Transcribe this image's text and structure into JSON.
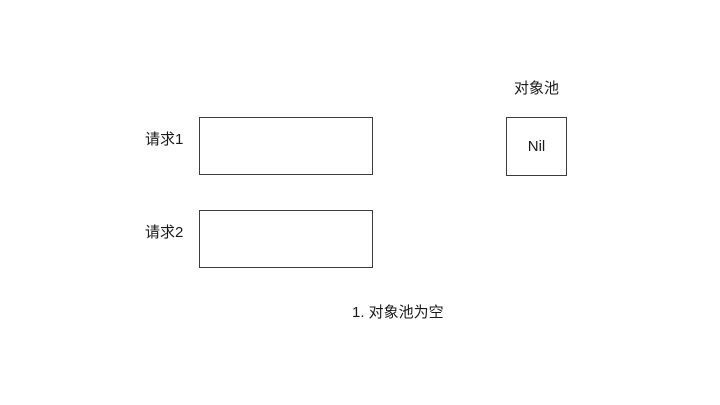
{
  "diagram": {
    "pool": {
      "label": "对象池",
      "box_value": "Nil"
    },
    "requests": {
      "request1_label": "请求1",
      "request2_label": "请求2"
    },
    "caption": "1. 对象池为空",
    "colors": {
      "background": "#ffffff",
      "border": "#3d3d3d",
      "text": "#1a1a1a"
    }
  }
}
